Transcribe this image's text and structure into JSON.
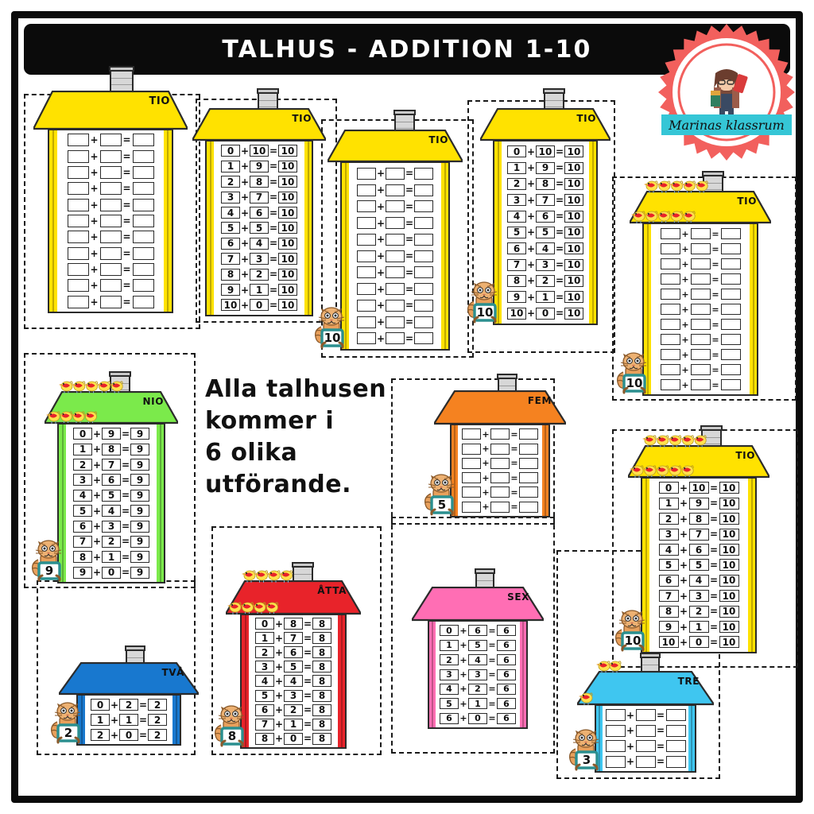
{
  "header": {
    "title": "TALHUS - ADDITION 1-10",
    "logo": {
      "brand": "Marinas klassrum",
      "banner_color": "#35c6d6",
      "rosette_color": "#f2605d"
    }
  },
  "note": {
    "lines": [
      "Alla talhusen",
      "kommer i",
      "6 olika",
      "utförande."
    ]
  },
  "symbols": {
    "plus": "+",
    "equals": "="
  },
  "colors": {
    "yellow": "#FFE200",
    "green": "#7BEA4B",
    "orange": "#F58220",
    "red": "#E8232A",
    "pink": "#FF6EB4",
    "blue": "#1878CF",
    "cyan": "#3FC6F0",
    "outline": "#2b2b2b",
    "chimney": "#d7d7d7",
    "sign": "#2b8f8f",
    "bird_body": "#FFE14D",
    "bird_breast": "#E8232A",
    "cat_fur": "#E8A05C"
  },
  "houses": [
    {
      "id": "h1",
      "label": "TIO",
      "color": "#FFE200",
      "filled": false,
      "rows": 11,
      "cat": null,
      "birds": 0,
      "equations": []
    },
    {
      "id": "h2",
      "label": "TIO",
      "color": "#FFE200",
      "filled": true,
      "rows": 11,
      "cat": null,
      "birds": 0,
      "equations": [
        {
          "a": "0",
          "b": "10",
          "c": "10"
        },
        {
          "a": "1",
          "b": "9",
          "c": "10"
        },
        {
          "a": "2",
          "b": "8",
          "c": "10"
        },
        {
          "a": "3",
          "b": "7",
          "c": "10"
        },
        {
          "a": "4",
          "b": "6",
          "c": "10"
        },
        {
          "a": "5",
          "b": "5",
          "c": "10"
        },
        {
          "a": "6",
          "b": "4",
          "c": "10"
        },
        {
          "a": "7",
          "b": "3",
          "c": "10"
        },
        {
          "a": "8",
          "b": "2",
          "c": "10"
        },
        {
          "a": "9",
          "b": "1",
          "c": "10"
        },
        {
          "a": "10",
          "b": "0",
          "c": "10"
        }
      ]
    },
    {
      "id": "h3",
      "label": "TIO",
      "color": "#FFE200",
      "filled": false,
      "rows": 11,
      "cat": "10",
      "birds": 0,
      "equations": []
    },
    {
      "id": "h4",
      "label": "TIO",
      "color": "#FFE200",
      "filled": true,
      "rows": 11,
      "cat": "10",
      "birds": 0,
      "equations": [
        {
          "a": "0",
          "b": "10",
          "c": "10"
        },
        {
          "a": "1",
          "b": "9",
          "c": "10"
        },
        {
          "a": "2",
          "b": "8",
          "c": "10"
        },
        {
          "a": "3",
          "b": "7",
          "c": "10"
        },
        {
          "a": "4",
          "b": "6",
          "c": "10"
        },
        {
          "a": "5",
          "b": "5",
          "c": "10"
        },
        {
          "a": "6",
          "b": "4",
          "c": "10"
        },
        {
          "a": "7",
          "b": "3",
          "c": "10"
        },
        {
          "a": "8",
          "b": "2",
          "c": "10"
        },
        {
          "a": "9",
          "b": "1",
          "c": "10"
        },
        {
          "a": "10",
          "b": "0",
          "c": "10"
        }
      ]
    },
    {
      "id": "h5",
      "label": "TIO",
      "color": "#FFE200",
      "filled": false,
      "rows": 11,
      "cat": "10",
      "birds": 10,
      "equations": []
    },
    {
      "id": "h6",
      "label": "TIO",
      "color": "#FFE200",
      "filled": true,
      "rows": 11,
      "cat": "10",
      "birds": 10,
      "equations": [
        {
          "a": "0",
          "b": "10",
          "c": "10"
        },
        {
          "a": "1",
          "b": "9",
          "c": "10"
        },
        {
          "a": "2",
          "b": "8",
          "c": "10"
        },
        {
          "a": "3",
          "b": "7",
          "c": "10"
        },
        {
          "a": "4",
          "b": "6",
          "c": "10"
        },
        {
          "a": "5",
          "b": "5",
          "c": "10"
        },
        {
          "a": "6",
          "b": "4",
          "c": "10"
        },
        {
          "a": "7",
          "b": "3",
          "c": "10"
        },
        {
          "a": "8",
          "b": "2",
          "c": "10"
        },
        {
          "a": "9",
          "b": "1",
          "c": "10"
        },
        {
          "a": "10",
          "b": "0",
          "c": "10"
        }
      ]
    },
    {
      "id": "h7",
      "label": "NIO",
      "color": "#7BEA4B",
      "filled": true,
      "rows": 10,
      "cat": "9",
      "birds": 9,
      "equations": [
        {
          "a": "0",
          "b": "9",
          "c": "9"
        },
        {
          "a": "1",
          "b": "8",
          "c": "9"
        },
        {
          "a": "2",
          "b": "7",
          "c": "9"
        },
        {
          "a": "3",
          "b": "6",
          "c": "9"
        },
        {
          "a": "4",
          "b": "5",
          "c": "9"
        },
        {
          "a": "5",
          "b": "4",
          "c": "9"
        },
        {
          "a": "6",
          "b": "3",
          "c": "9"
        },
        {
          "a": "7",
          "b": "2",
          "c": "9"
        },
        {
          "a": "8",
          "b": "1",
          "c": "9"
        },
        {
          "a": "9",
          "b": "0",
          "c": "9"
        }
      ]
    },
    {
      "id": "h8",
      "label": "FEM",
      "color": "#F58220",
      "filled": false,
      "rows": 6,
      "cat": "5",
      "birds": 0,
      "equations": []
    },
    {
      "id": "h9",
      "label": "ÅTTA",
      "color": "#E8232A",
      "filled": true,
      "rows": 9,
      "cat": "8",
      "birds": 8,
      "equations": [
        {
          "a": "0",
          "b": "8",
          "c": "8"
        },
        {
          "a": "1",
          "b": "7",
          "c": "8"
        },
        {
          "a": "2",
          "b": "6",
          "c": "8"
        },
        {
          "a": "3",
          "b": "5",
          "c": "8"
        },
        {
          "a": "4",
          "b": "4",
          "c": "8"
        },
        {
          "a": "5",
          "b": "3",
          "c": "8"
        },
        {
          "a": "6",
          "b": "2",
          "c": "8"
        },
        {
          "a": "7",
          "b": "1",
          "c": "8"
        },
        {
          "a": "8",
          "b": "0",
          "c": "8"
        }
      ]
    },
    {
      "id": "h10",
      "label": "SEX",
      "color": "#FF6EB4",
      "filled": true,
      "rows": 7,
      "cat": null,
      "birds": 0,
      "equations": [
        {
          "a": "0",
          "b": "6",
          "c": "6"
        },
        {
          "a": "1",
          "b": "5",
          "c": "6"
        },
        {
          "a": "2",
          "b": "4",
          "c": "6"
        },
        {
          "a": "3",
          "b": "3",
          "c": "6"
        },
        {
          "a": "4",
          "b": "2",
          "c": "6"
        },
        {
          "a": "5",
          "b": "1",
          "c": "6"
        },
        {
          "a": "6",
          "b": "0",
          "c": "6"
        }
      ]
    },
    {
      "id": "h11",
      "label": "TVÅ",
      "color": "#1878CF",
      "filled": true,
      "rows": 3,
      "cat": "2",
      "birds": 0,
      "equations": [
        {
          "a": "0",
          "b": "2",
          "c": "2"
        },
        {
          "a": "1",
          "b": "1",
          "c": "2"
        },
        {
          "a": "2",
          "b": "0",
          "c": "2"
        }
      ]
    },
    {
      "id": "h12",
      "label": "TRE",
      "color": "#3FC6F0",
      "filled": false,
      "rows": 4,
      "cat": "3",
      "birds": 3,
      "equations": []
    }
  ]
}
